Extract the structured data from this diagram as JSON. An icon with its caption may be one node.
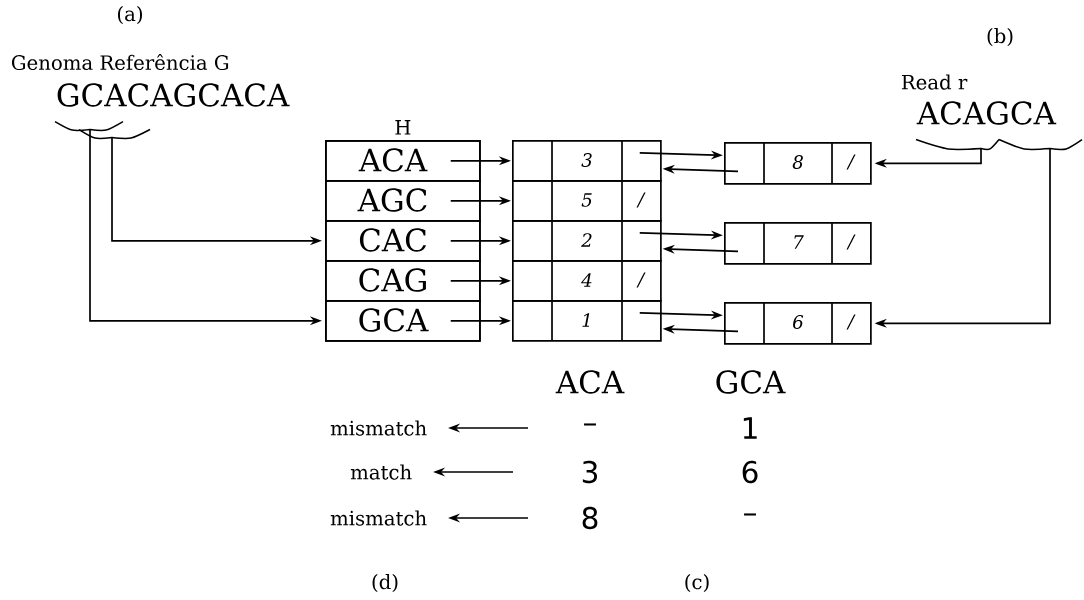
{
  "diagram": {
    "nodes": [
      {
        "text": [
          "Genoma Referência G",
          "GCACAGCACA"
        ]
      },
      {
        "text": [
          "H"
        ]
      },
      {
        "text": [
          "ACA"
        ],
        "in": 1
      },
      {
        "text": [
          "AGC"
        ],
        "in": 1
      },
      {
        "text": [
          "CAC"
        ],
        "in": 1
      },
      {
        "text": [
          "CAG"
        ],
        "in": 1
      },
      {
        "text": [
          "GCA"
        ],
        "in": 1
      },
      {
        "text": [
          "3"
        ]
      },
      {
        "text": [
          "5",
          "/"
        ]
      },
      {
        "text": [
          "2"
        ]
      },
      {
        "text": [
          "4",
          "/"
        ]
      },
      {
        "text": [
          "1"
        ]
      },
      {
        "text": [
          "8",
          "/"
        ]
      },
      {
        "text": [
          "7",
          "/"
        ]
      },
      {
        "text": [
          "6",
          "/"
        ]
      },
      {
        "text": [
          "Read r",
          "ACAGCA"
        ]
      },
      {
        "text": [
          "mismatch"
        ]
      },
      {
        "text": [
          "match"
        ]
      },
      {
        "text": [
          "mismatch"
        ]
      }
    ],
    "edges": [
      {
        "from": 0,
        "to": 4,
        "arrow": "to"
      },
      {
        "from": 0,
        "to": 6,
        "arrow": "to"
      },
      {
        "from": 2,
        "to": 7,
        "arrow": "to"
      },
      {
        "from": 3,
        "to": 8,
        "arrow": "to"
      },
      {
        "from": 4,
        "to": 9,
        "arrow": "to"
      },
      {
        "from": 5,
        "to": 10,
        "arrow": "to"
      },
      {
        "from": 6,
        "to": 11,
        "arrow": "to"
      },
      {
        "from": 7,
        "to": 12,
        "arrow": "to"
      },
      {
        "from": 12,
        "to": 7,
        "arrow": "to"
      },
      {
        "from": 9,
        "to": 13,
        "arrow": "to"
      },
      {
        "from": 13,
        "to": 9,
        "arrow": "to"
      },
      {
        "from": 11,
        "to": 14,
        "arrow": "to"
      },
      {
        "from": 14,
        "to": 11,
        "arrow": "to"
      },
      {
        "from": 15,
        "to": 12,
        "arrow": "to"
      },
      {
        "from": 15,
        "to": 14,
        "arrow": "to"
      },
      {
        "from": null,
        "to": 16,
        "arrow": "to"
      },
      {
        "from": null,
        "to": 17,
        "arrow": "to"
      },
      {
        "from": null,
        "to": 18,
        "arrow": "to"
      }
    ],
    "labels": [
      "(a)",
      "(b)",
      "ACA",
      "GCA",
      "–",
      "1",
      "3",
      "6",
      "8",
      "–",
      "(d)",
      "(c)"
    ]
  }
}
